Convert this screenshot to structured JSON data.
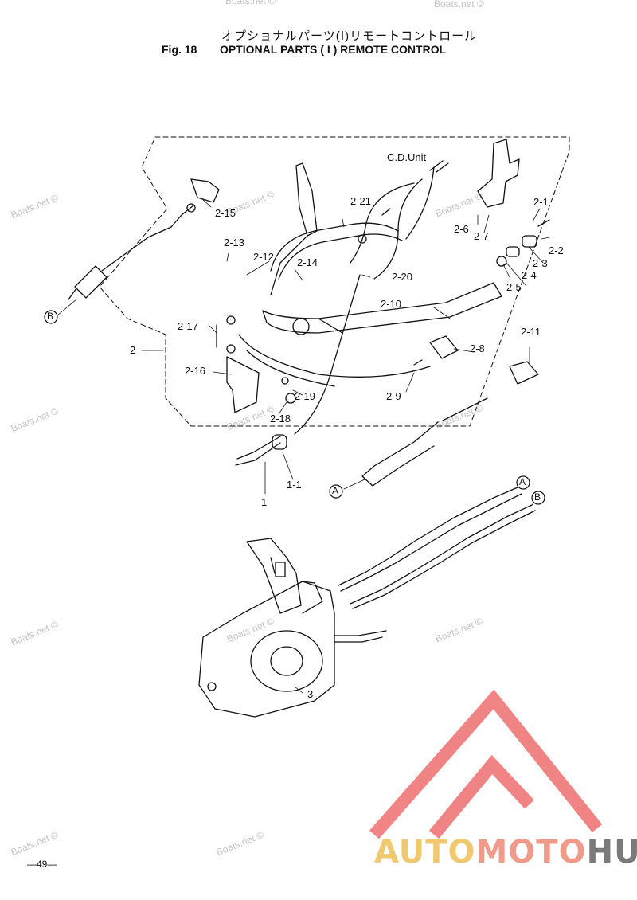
{
  "header": {
    "title_jp": "オプショナルパーツ(Ⅰ)リモートコントロール",
    "fig_label": "Fig. 18",
    "title_en": "OPTIONAL PARTS ( I ) REMOTE CONTROL"
  },
  "unit_label": "C.D.Unit",
  "callouts": {
    "c2_1": "2-1",
    "c2_2": "2-2",
    "c2_3": "2-3",
    "c2_4": "2-4",
    "c2_5": "2-5",
    "c2_6": "2-6",
    "c2_7": "2-7",
    "c2_8": "2-8",
    "c2_9": "2-9",
    "c2_10": "2-10",
    "c2_11": "2-11",
    "c2_12": "2-12",
    "c2_13": "2-13",
    "c2_14": "2-14",
    "c2_15": "2-15",
    "c2_16": "2-16",
    "c2_17": "2-17",
    "c2_18": "2-18",
    "c2_19": "2-19",
    "c2_20": "2-20",
    "c2_21": "2-21",
    "c1_1": "1-1",
    "c1": "1",
    "c2": "2",
    "c3": "3"
  },
  "cable_markers": {
    "a": "A",
    "b": "B"
  },
  "watermark": "Boats.net ©",
  "page_number": "—49—",
  "brand": {
    "part1": "AUTO",
    "part2": "MOTO",
    "part3": "HUB"
  },
  "colors": {
    "logo_red": "#ee6f6f",
    "logo_gold": "#f0c870",
    "logo_gray": "#7a7a7a",
    "watermark": "#c4c4c4"
  }
}
